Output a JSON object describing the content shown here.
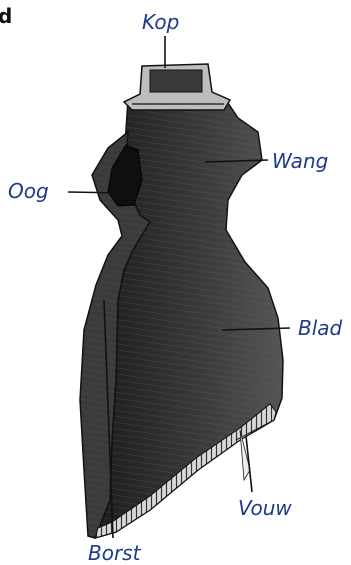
{
  "corner_fragment": "d",
  "labels": {
    "kop": "Kop",
    "wang": "Wang",
    "oog": "Oog",
    "blad": "Blad",
    "vouw": "Vouw",
    "borst": "Borst"
  },
  "colors": {
    "label": "#1f3a8a",
    "leader": "#111111",
    "dark_metal": "#2b2b2b",
    "light_metal": "#cfcfcf"
  }
}
